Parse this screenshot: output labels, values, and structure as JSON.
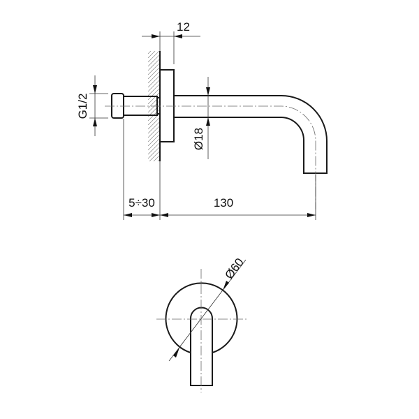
{
  "dimensions": {
    "flange_depth": "12",
    "thread": "G1/2",
    "pipe_diameter": "Ø18",
    "wall_range": "5÷30",
    "spout_length": "130",
    "rosette_diameter": "Ø60"
  }
}
